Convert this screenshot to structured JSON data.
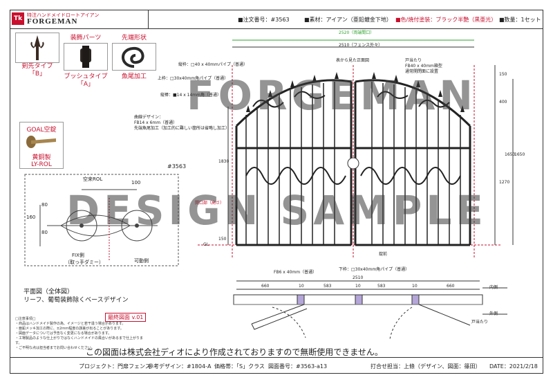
{
  "header": {
    "logo_sub": "特注ハンドメイドロートアイアン",
    "logo_main": "FORGEMAN",
    "logo_mark": "Tk",
    "order_no": "■注文番号：#3563",
    "material": "■素材：アイアン（亜鉛鍍金下地）",
    "finish": "■色/焼付塗装：ブラック半艶（黒亜光）",
    "finish_color": "#c8102e",
    "quantity": "■数量：1セット"
  },
  "parts": [
    {
      "label": "",
      "caption": "剣先タイプ「B」",
      "icon": "spear-tip-icon"
    },
    {
      "label": "装飾パーツ",
      "caption": "ブッシュタイプ「A」",
      "icon": "bush-icon"
    },
    {
      "label": "先端形状",
      "caption": "魚尾加工",
      "icon": "fishtail-icon"
    }
  ],
  "lock": {
    "title": "GOAL空錠",
    "caption1": "黄銅製",
    "caption2": "LY-ROL"
  },
  "drawing": {
    "ref_no": "#3563",
    "dims": {
      "total_width_label": "2520（両端間口）",
      "fence_outer": "2510（フェンス外々）",
      "front_view": "表から見た正面図",
      "post_note1": "戸当たり",
      "post_note2": "FB40 x 40mm箱型",
      "post_note3": "通常開閉面に設置",
      "frame_top": "縦枠：□40 x 40mmパイプ（普通）",
      "upper_frame": "上枠：□30x40mm角パイプ（普通）",
      "bars": "縦棒：■14 x 14mm角（普通）",
      "curve_design": "曲線デザイン：",
      "curve_fb": "FB14 x 6mm（普通）",
      "curve_note": "先端魚尾加工（加工的に難しい箇所は省略し加工）",
      "bottom_fb": "FB6 x 40mm（普通）",
      "lower_frame": "下枠：□30x40mm角パイプ（普通）",
      "lock_label": "錠前",
      "gl": "GL",
      "h150_top": "150",
      "h400": "400",
      "h1270": "1270",
      "h1650": "1650",
      "h1650b": "1650",
      "h1830": "1830",
      "h150_bot": "150",
      "lr_bars": "通常開閉面に設置",
      "gap_note": "開口部（高さ）"
    },
    "lock_detail": {
      "label_top": "空来ROL",
      "w100": "100",
      "h80a": "80",
      "h80b": "80",
      "h160": "160",
      "fix_side": "FIX側",
      "fix_sub": "（取っ手ダミー）",
      "move_side": "可動側"
    },
    "plan": {
      "total": "2510",
      "seg660a": "660",
      "seg10a": "10",
      "seg583a": "583",
      "seg10b": "10",
      "seg583b": "583",
      "seg10c": "10",
      "seg660b": "660",
      "inside": "内側",
      "outside": "外側",
      "stopper": "戸当たり"
    },
    "plan_title1": "平面図（全体図）",
    "plan_title2": "リーフ、葡萄装飾除くベースデザイン"
  },
  "watermark": {
    "line1": "FORGEMAN",
    "line2": "DESIGN SAMPLE"
  },
  "status_badge": "最終図面",
  "status_version": "v.01",
  "notes": {
    "title": "□注意事項□",
    "lines": [
      "・商品はハンドメイド製作の為、イメージと若干違う場合があります。",
      "・亜鉛メッキ加工の際に、±2ｍｍ程度の誤差が出ることがあります。",
      "・図面データについては予告なく変更になる場合があります。",
      "・工場製品のような仕上がりではなくハンドメイドの風合いがあるまで仕上がります。",
      "・ご不明な点は担当者までお問い合わせください。"
    ]
  },
  "copyright": "この図面は株式会社ディオにより作成されておりますので無断使用できません。",
  "footer": {
    "project": "プロジェクト：門扉フェンス",
    "ref_design": "参考デザイン：#1804-A",
    "price_band": "価格帯：「S」クラス",
    "drawing_no": "図面番号：#3563-a13",
    "staff": "打合せ担当：上條（デザイン、図面：篠田）",
    "date": "DATE：2021/2/18"
  }
}
